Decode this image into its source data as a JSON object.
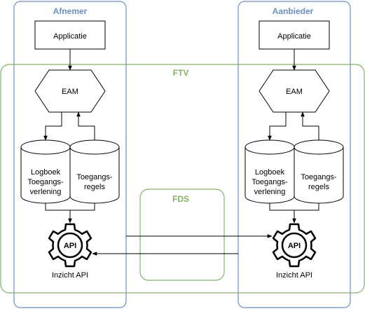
{
  "colors": {
    "blue": "#6c8ebf",
    "green": "#82b366",
    "stroke": "#000000"
  },
  "containers": {
    "afnemer": "Afnemer",
    "aanbieder": "Aanbieder",
    "ftv": "FTV",
    "fds": "FDS"
  },
  "left": {
    "app": "Applicatie",
    "eam": "EAM",
    "log": [
      "Logboek",
      "Toegangs-",
      "verlening"
    ],
    "rules": [
      "Toegangs-",
      "regels"
    ],
    "api_icon": "API",
    "api_label": "Inzicht API"
  },
  "right": {
    "app": "Applicatie",
    "eam": "EAM",
    "log": [
      "Logboek",
      "Toegangs-",
      "verlening"
    ],
    "rules": [
      "Toegangs-",
      "regels"
    ],
    "api_icon": "API",
    "api_label": "Inzicht API"
  },
  "icons": [
    "gear-icon",
    "arrow-icon"
  ]
}
